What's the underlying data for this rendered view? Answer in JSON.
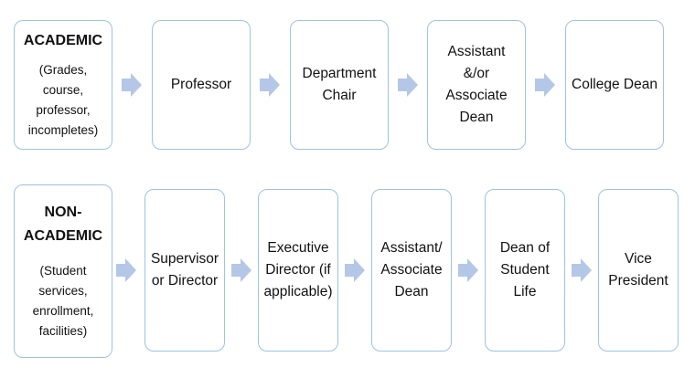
{
  "colors": {
    "box_border": "#9dc3e6",
    "arrow_fill": "#b4c7e7",
    "text": "#111111"
  },
  "academic": {
    "start": {
      "title": "ACADEMIC",
      "detail": "(Grades,\ncourse,\nprofessor,\nincompletes)"
    },
    "steps": [
      "Professor",
      "Department\nChair",
      "Assistant\n&/or\nAssociate\nDean",
      "College Dean"
    ]
  },
  "non_academic": {
    "start": {
      "title": "NON-\nACADEMIC",
      "detail": "(Student\nservices,\nenrollment,\nfacilities)"
    },
    "steps": [
      "Supervisor\nor Director",
      "Executive\nDirector (if\napplicable)",
      "Assistant/\nAssociate\nDean",
      "Dean of\nStudent\nLife",
      "Vice\nPresident"
    ]
  },
  "arrow_icon": "right-arrow-icon"
}
